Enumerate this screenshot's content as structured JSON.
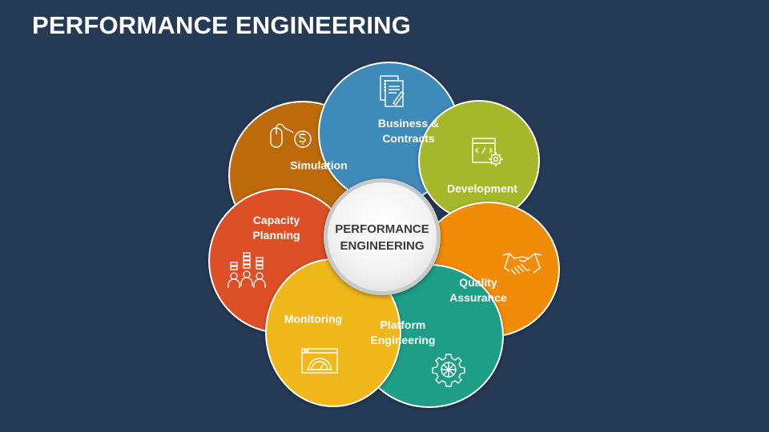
{
  "title": "PERFORMANCE ENGINEERING",
  "center": {
    "label": "PERFORMANCE\nENGINEERING"
  },
  "petals": [
    {
      "id": "business",
      "label": "Business &\nContracts",
      "color": "#3e8ab9",
      "icon": "document-pen-icon"
    },
    {
      "id": "development",
      "label": "Development",
      "color": "#a4b829",
      "icon": "code-window-gear-icon"
    },
    {
      "id": "quality",
      "label": "Quality\nAssurance",
      "color": "#f08c08",
      "icon": "handshake-icon"
    },
    {
      "id": "platform",
      "label": "Platform\nEngineering",
      "color": "#1e9e86",
      "icon": "gear-icon"
    },
    {
      "id": "monitoring",
      "label": "Monitoring",
      "color": "#f0b81b",
      "icon": "speedometer-window-icon"
    },
    {
      "id": "capacity",
      "label": "Capacity\nPlanning",
      "color": "#dd4f27",
      "icon": "people-servers-icon"
    },
    {
      "id": "simulation",
      "label": "Simulation",
      "color": "#bd6b0a",
      "icon": "mouse-dollar-icon"
    }
  ]
}
